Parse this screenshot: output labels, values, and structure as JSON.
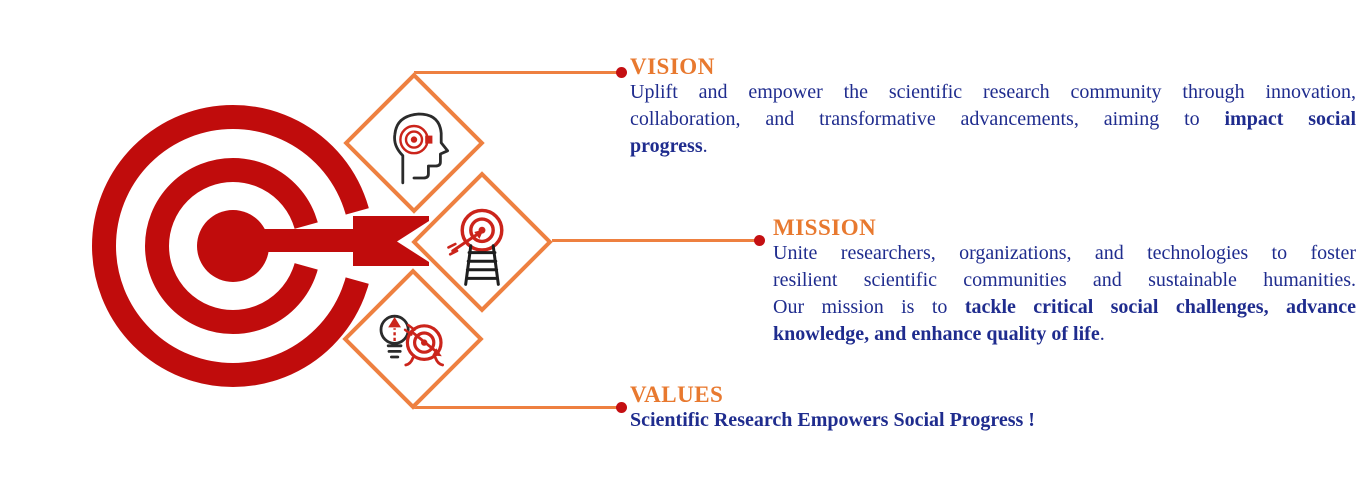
{
  "palette": {
    "target_red": "#C00C0C",
    "dot_red": "#C40F12",
    "diamond_orange": "#EE8040",
    "heading_orange": "#E8792F",
    "body_blue": "#1F2C8E",
    "icon_black": "#2B2B2B",
    "icon_red": "#CB241B"
  },
  "icons": {
    "vision_icon": "head-with-target-icon",
    "mission_icon": "ladder-to-target-icon",
    "values_icon": "bulb-and-target-icon",
    "left_graphic": "bullseye-arrow-graphic"
  },
  "sections": {
    "vision": {
      "heading": "VISION",
      "line1": "Uplift and empower the scientific research community through innovation,",
      "line2_normal": "collaboration, and transformative advancements, aiming to ",
      "line2_bold": "impact social",
      "line3_bold": "progress",
      "line3_normal": "."
    },
    "mission": {
      "heading": "MISSION",
      "line1": "Unite researchers, organizations, and technologies to foster",
      "line2": "resilient scientific communities and sustainable humanities.",
      "line3_normal": "Our mission is to ",
      "line3_bold": "tackle critical social challenges, advance",
      "line4_bold": "knowledge, and enhance quality of life",
      "line4_normal": "."
    },
    "values": {
      "heading": "VALUES",
      "body": "Scientific Research Empowers Social Progress !"
    }
  }
}
